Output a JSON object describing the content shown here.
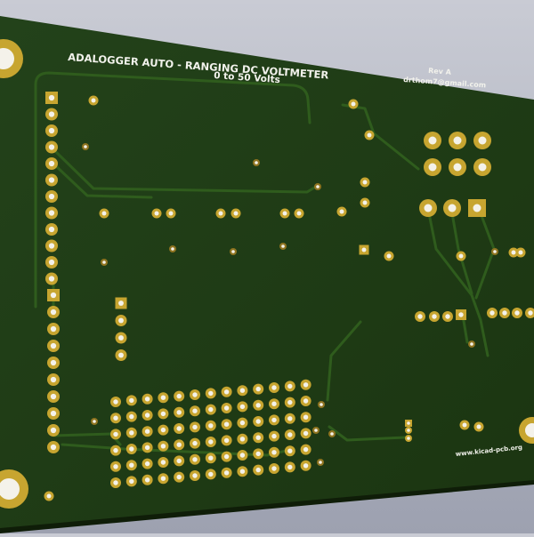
{
  "board": {
    "title": "ADALOGGER AUTO - RANGING DC VOLTMETER",
    "subtitle": "0 to 50 Volts",
    "revision": "Rev A",
    "email": "drthom7@gmail.com",
    "website": "www.kicad-pcb.org"
  },
  "colors": {
    "background": "#b4b8c4",
    "board": "#213d12",
    "board_edge": "#0f1d08",
    "trace": "#2e5a1c",
    "pad": "#c7a530",
    "pad_dark": "#8f7420",
    "hole": "#f4f2ea",
    "silkscreen": "#f2f2ec"
  }
}
